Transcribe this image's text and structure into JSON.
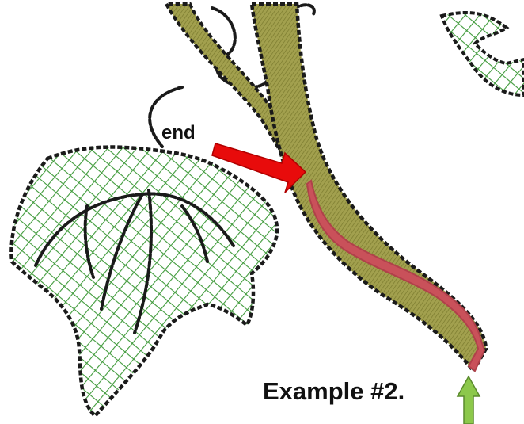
{
  "labels": {
    "end": "end",
    "caption": "Example #2."
  },
  "colors": {
    "background": "#ffffff",
    "stem_fill": "#9c9a4a",
    "stem_stitch": "#7a7a2e",
    "outline": "#1a1a1a",
    "leaf_fill": "#ffffff",
    "leaf_hatch": "#3f9a3a",
    "highlight_stitch": "#c9515a",
    "end_arrow": "#e80b0b",
    "start_arrow": "#8cc84b",
    "start_arrow_outline": "#5a8a2c"
  },
  "icons": {
    "end_arrow": "red-arrow-pointing-right",
    "start_arrow": "green-arrow-pointing-up"
  }
}
